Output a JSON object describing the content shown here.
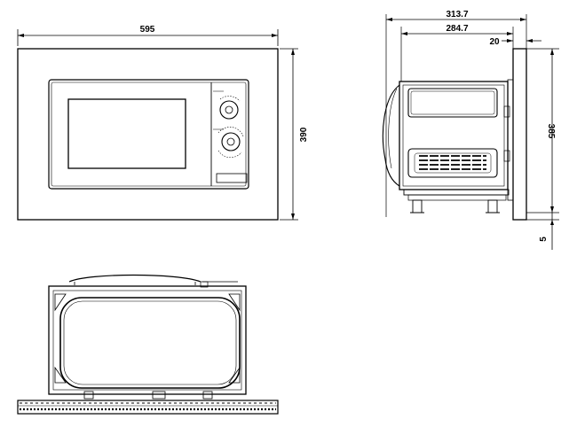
{
  "front_view": {
    "width_label": "595",
    "height_label": "390"
  },
  "side_view": {
    "overall_depth_label": "313.7",
    "body_depth_label": "284.7",
    "frame_depth_label": "20",
    "height_label": "385",
    "offset_label": "5"
  }
}
